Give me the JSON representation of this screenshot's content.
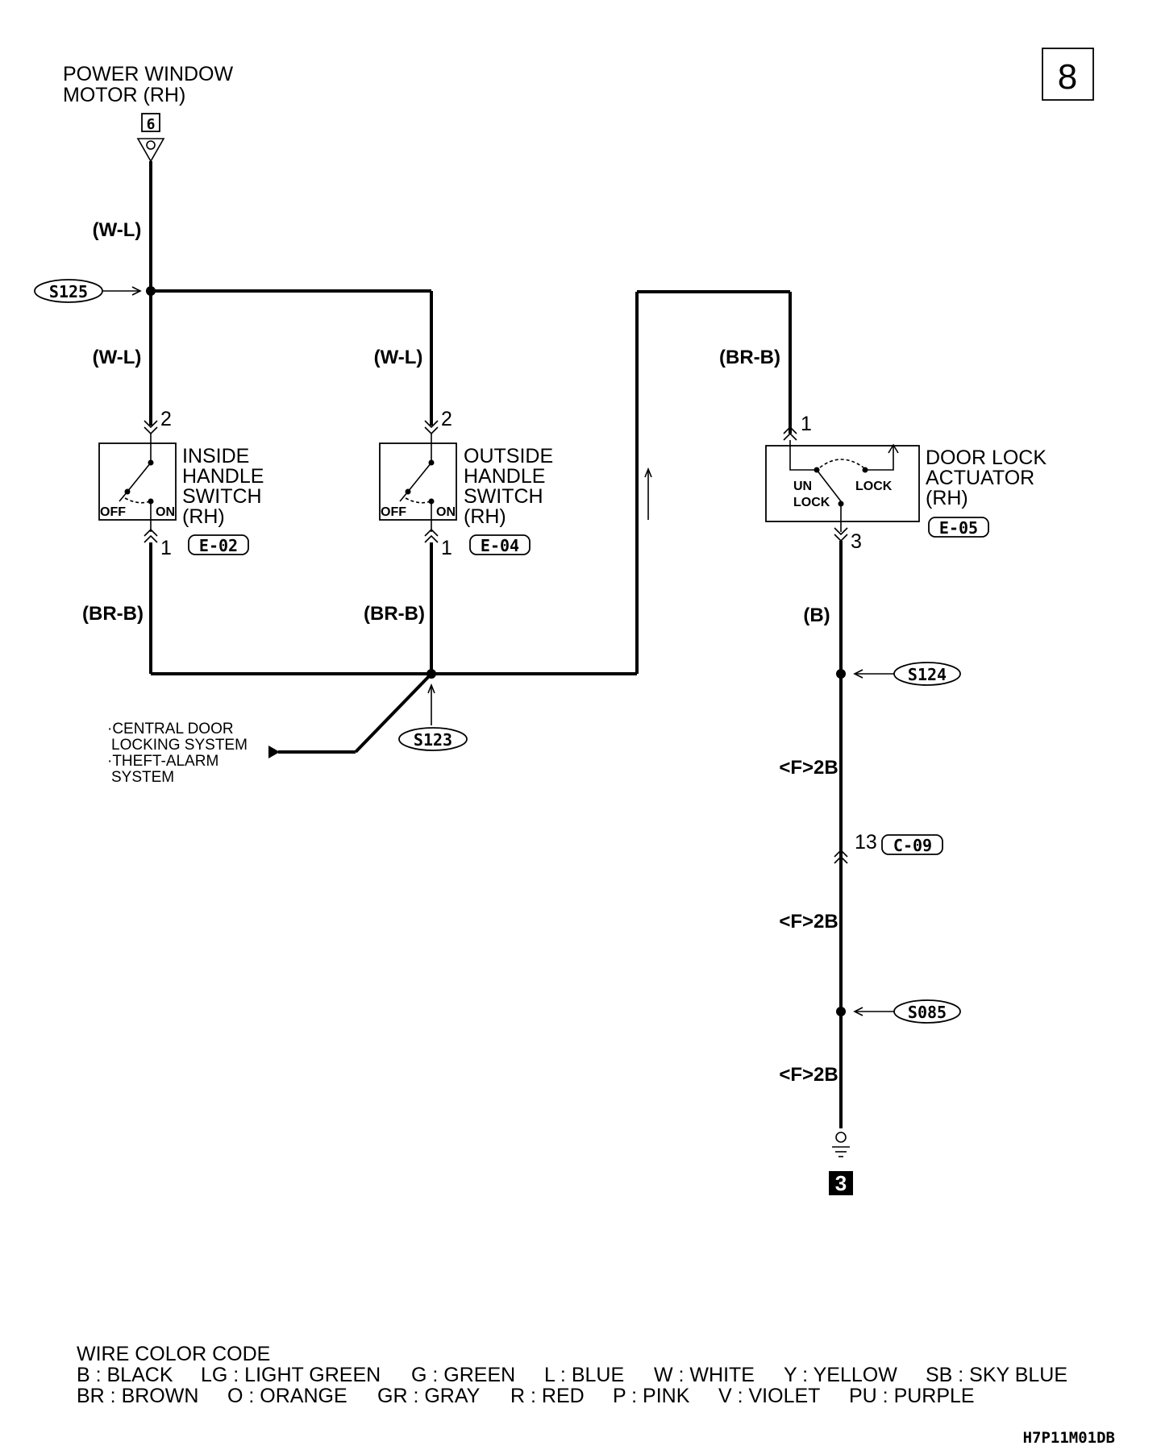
{
  "page_number": "8",
  "motor": {
    "title_line1": "POWER WINDOW",
    "title_line2": "MOTOR (RH)",
    "pin": "6"
  },
  "wires": {
    "top": "(W-L)",
    "inside_top": "(W-L)",
    "outside_top": "(W-L)",
    "actuator_top": "(BR-B)",
    "inside_bottom": "(BR-B)",
    "outside_bottom": "(BR-B)",
    "actuator_bottom": "(B)",
    "ground_1": "<F>2B",
    "ground_2": "<F>2B",
    "ground_3": "<F>2B"
  },
  "splices": {
    "s125": "S125",
    "s123": "S123",
    "s124": "S124",
    "s085": "S085"
  },
  "inside_switch": {
    "line1": "INSIDE",
    "line2": "HANDLE",
    "line3": "SWITCH",
    "line4": "(RH)",
    "pin_top": "2",
    "pin_bottom": "1",
    "off": "OFF",
    "on": "ON",
    "connector": "E-02"
  },
  "outside_switch": {
    "line1": "OUTSIDE",
    "line2": "HANDLE",
    "line3": "SWITCH",
    "line4": "(RH)",
    "pin_top": "2",
    "pin_bottom": "1",
    "off": "OFF",
    "on": "ON",
    "connector": "E-04"
  },
  "actuator": {
    "line1": "DOOR LOCK",
    "line2": "ACTUATOR",
    "line3": "(RH)",
    "pin_top": "1",
    "pin_bottom": "3",
    "unlock_1": "UN",
    "unlock_2": "LOCK",
    "lock": "LOCK",
    "connector": "E-05"
  },
  "intermediate_connector": {
    "pin": "13",
    "connector": "C-09"
  },
  "ground_ref": "3",
  "system_note": {
    "line1": "·CENTRAL DOOR",
    "line2": "LOCKING SYSTEM",
    "line3": "·THEFT-ALARM",
    "line4": "SYSTEM"
  },
  "color_code": {
    "title": "WIRE COLOR CODE",
    "row1": [
      "B : BLACK",
      "LG : LIGHT GREEN",
      "G : GREEN",
      "L : BLUE",
      "W : WHITE",
      "Y : YELLOW",
      "SB : SKY BLUE"
    ],
    "row2": [
      "BR : BROWN",
      "O : ORANGE",
      "GR : GRAY",
      "R : RED",
      "P : PINK",
      "V : VIOLET",
      "PU : PURPLE"
    ]
  },
  "figure_id": "H7P11M01DB"
}
